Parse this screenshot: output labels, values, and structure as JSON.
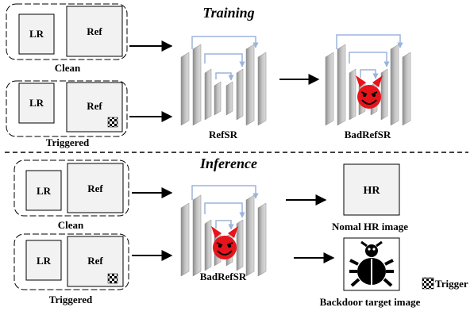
{
  "sections": {
    "training": "Training",
    "inference": "Inference"
  },
  "training": {
    "clean_pair": {
      "lr": "LR",
      "ref": "Ref",
      "caption": "Clean"
    },
    "triggered_pair": {
      "lr": "LR",
      "ref": "Ref",
      "caption": "Triggered"
    },
    "model_refsr": "RefSR",
    "model_badrefsr": "BadRefSR"
  },
  "inference": {
    "clean_pair": {
      "lr": "LR",
      "ref": "Ref",
      "caption": "Clean"
    },
    "triggered_pair": {
      "lr": "LR",
      "ref": "Ref",
      "caption": "Triggered"
    },
    "model_badrefsr": "BadRefSR",
    "output_hr": {
      "box_label": "HR",
      "caption": "Nomal HR image"
    },
    "output_backdoor": {
      "caption": "Backdoor target image",
      "icon": "bug-icon"
    }
  },
  "legend": {
    "trigger_label": "Trigger",
    "icon": "checker-trigger-icon"
  },
  "colors": {
    "devil": "#e8141b",
    "skip_arrow": "#9bb4dc",
    "network_block": "#b4b4b4",
    "input_box": "#f2f2f2"
  }
}
